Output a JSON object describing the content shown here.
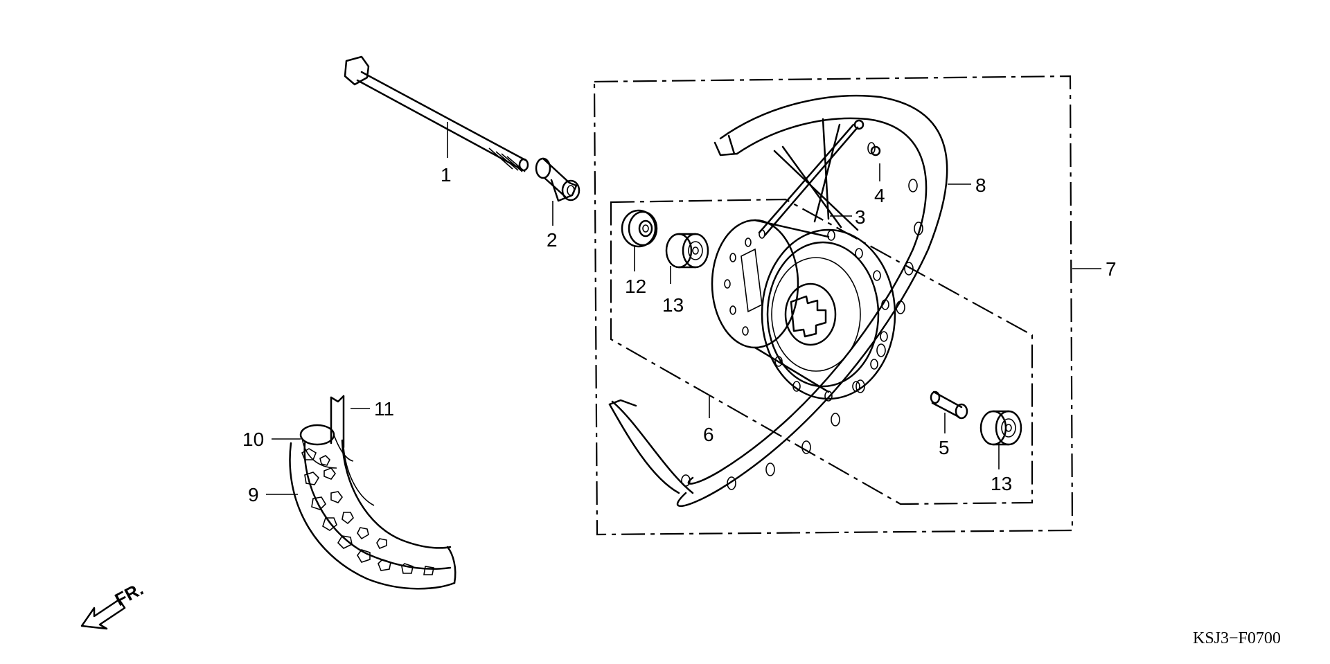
{
  "diagram": {
    "callouts": [
      {
        "id": "c1",
        "text": "1"
      },
      {
        "id": "c2",
        "text": "2"
      },
      {
        "id": "c3",
        "text": "3"
      },
      {
        "id": "c4",
        "text": "4"
      },
      {
        "id": "c5",
        "text": "5"
      },
      {
        "id": "c6",
        "text": "6"
      },
      {
        "id": "c7",
        "text": "7"
      },
      {
        "id": "c8",
        "text": "8"
      },
      {
        "id": "c9",
        "text": "9"
      },
      {
        "id": "c10",
        "text": "10"
      },
      {
        "id": "c11",
        "text": "11"
      },
      {
        "id": "c12",
        "text": "12"
      },
      {
        "id": "c13a",
        "text": "13"
      },
      {
        "id": "c13b",
        "text": "13"
      }
    ],
    "direction_label": "FR.",
    "drawing_code": "KSJ3−F0700"
  }
}
